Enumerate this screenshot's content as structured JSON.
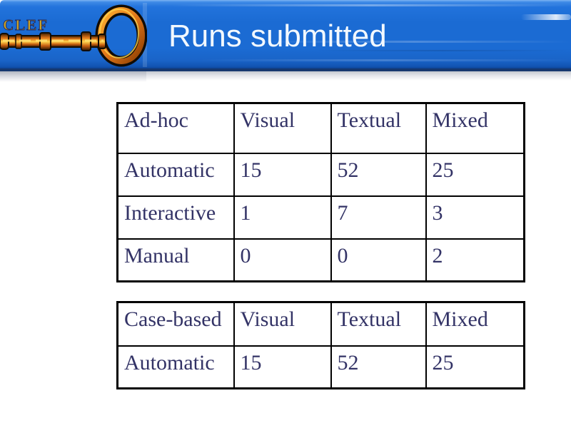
{
  "header": {
    "title": "Runs submitted",
    "logo_text": "CLEF"
  },
  "tables": [
    {
      "name": "ad-hoc",
      "headers": [
        "Ad-hoc",
        "Visual",
        "Textual",
        "Mixed"
      ],
      "rows": [
        {
          "label": "Automatic",
          "values": [
            "15",
            "52",
            "25"
          ]
        },
        {
          "label": "Interactive",
          "values": [
            "1",
            "7",
            "3"
          ]
        },
        {
          "label": "Manual",
          "values": [
            "0",
            "0",
            "2"
          ]
        }
      ]
    },
    {
      "name": "case-based",
      "headers": [
        "Case-based",
        "Visual",
        "Textual",
        "Mixed"
      ],
      "rows": [
        {
          "label": "Automatic",
          "values": [
            "15",
            "52",
            "25"
          ]
        }
      ]
    }
  ],
  "colors": {
    "header-blue": "#1b6bd3",
    "header-blue-light": "#4f97ec",
    "header-blue-dark": "#0d47a8",
    "header-border-navy": "#16386f",
    "title-text": "#f2f8fe",
    "table-text": "#333366",
    "table-border": "#000000",
    "key-orange": "#e0761a",
    "key-yellow": "#ffd34d",
    "logo-text-gold": "#c9a227",
    "background": "#ffffff"
  }
}
